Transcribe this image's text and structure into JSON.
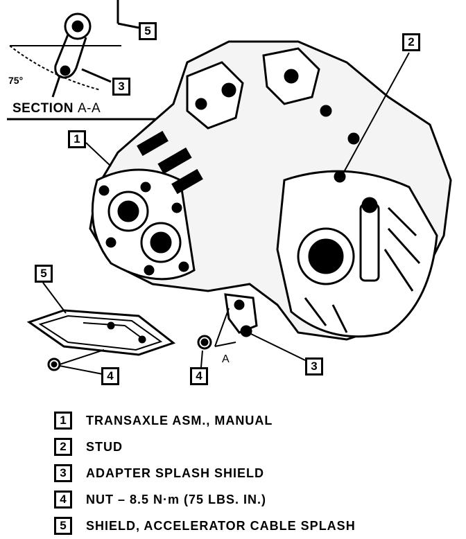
{
  "section_detail": {
    "title": "SECTION",
    "view": "A-A",
    "angle": "75°"
  },
  "view_marker": "A",
  "callouts": {
    "c1": "1",
    "c2": "2",
    "c3_detail": "3",
    "c3_main": "3",
    "c4_left": "4",
    "c4_right": "4",
    "c5_detail": "5",
    "c5_shield": "5"
  },
  "legend": [
    {
      "num": "1",
      "text": "TRANSAXLE ASM., MANUAL"
    },
    {
      "num": "2",
      "text": "STUD"
    },
    {
      "num": "3",
      "text": "ADAPTER SPLASH SHIELD"
    },
    {
      "num": "4",
      "text": "NUT – 8.5 N·m (75 LBS. IN.)"
    },
    {
      "num": "5",
      "text": "SHIELD, ACCELERATOR CABLE SPLASH"
    }
  ]
}
